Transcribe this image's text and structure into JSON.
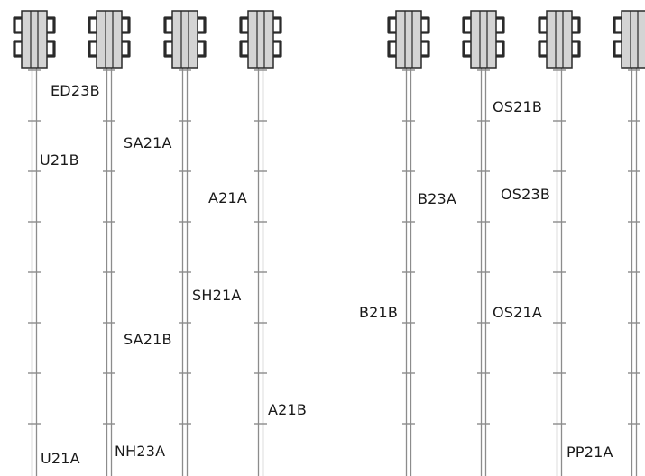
{
  "colors": {
    "background": "#ffffff",
    "block_fill": "#d4d4d4",
    "block_stroke": "#2a2a2a",
    "track_stroke": "#8c8c8c",
    "label_text": "#1a1a1a"
  },
  "icons": [
    "bidirectional-cable-connector-icon"
  ],
  "cables": [
    {
      "labels": [
        {
          "text": "ED23B"
        },
        {
          "text": "U21B"
        },
        {
          "text": "U21A"
        }
      ]
    },
    {
      "labels": [
        {
          "text": "SA21A"
        },
        {
          "text": "SA21B"
        },
        {
          "text": "NH23A"
        }
      ]
    },
    {
      "labels": [
        {
          "text": "A21A"
        },
        {
          "text": "SH21A"
        }
      ]
    },
    {
      "labels": [
        {
          "text": "A21B"
        }
      ]
    },
    {
      "labels": [
        {
          "text": "B23A"
        },
        {
          "text": "B21B"
        }
      ]
    },
    {
      "labels": [
        {
          "text": "OS21B"
        },
        {
          "text": "OS23B"
        },
        {
          "text": "OS21A"
        }
      ]
    },
    {
      "labels": [
        {
          "text": "PP21A"
        }
      ]
    },
    {
      "labels": []
    }
  ]
}
